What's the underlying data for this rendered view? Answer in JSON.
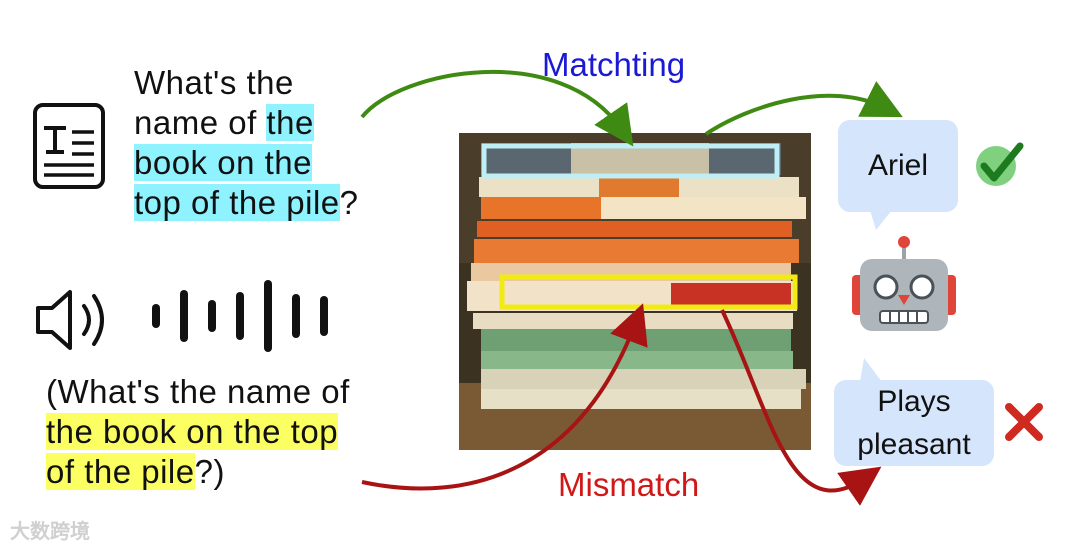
{
  "text_query": {
    "before": "What's the name of ",
    "highlight": "the book on the top of the pile",
    "after": "?"
  },
  "speech_query": {
    "before": "(What's the name of ",
    "highlight": "the book on the top of the pile",
    "after": "?)"
  },
  "labels": {
    "match": "Matchting",
    "mismatch": "Mismatch"
  },
  "answers": {
    "correct": "Ariel",
    "wrong_line1": "Plays",
    "wrong_line2": "pleasant"
  },
  "colors": {
    "match_label": "#1a1ad6",
    "mismatch_label": "#d01818",
    "match_arrow": "#3f8a12",
    "mismatch_arrow": "#a81414",
    "cyan_highlight": "#8ff3ff",
    "yellow_highlight": "#fcff62",
    "bubble": "#d5e5fb"
  },
  "icons": [
    "text-document-icon",
    "speaker-icon",
    "waveform-icon",
    "robot-icon",
    "check-icon",
    "cross-icon"
  ],
  "watermark": "大数跨境"
}
